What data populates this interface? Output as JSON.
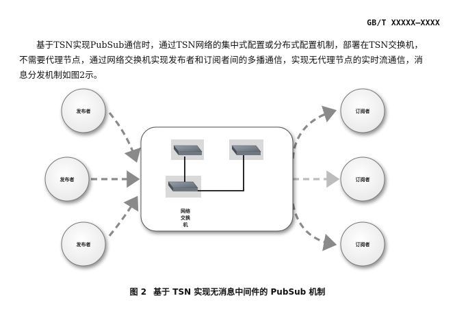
{
  "header": {
    "standard_code": "GB/T XXXXX—XXXX"
  },
  "body": {
    "paragraph": "基于TSN实现PubSub通信时，通过TSN网络的集中式配置或分布式配置机制，部署在TSN交换机，不需要代理节点，通过网络交换机实现发布者和订阅者间的多播通信，实现无代理节点的实时流通信，消息分发机制如图2示。"
  },
  "figure": {
    "publishers": [
      "发布者",
      "发布者",
      "发布者"
    ],
    "subscribers": [
      "订阅者",
      "订阅者",
      "订阅者"
    ],
    "switch_label_lines": [
      "网络",
      "交换",
      "机"
    ],
    "number": "图 2",
    "caption": "基于 TSN 实现无消息中间件的 PubSub 机制"
  },
  "colors": {
    "arrow": "#8a8a8a",
    "arrow_light": "#bdbdbd",
    "node_fill": "#f4f4f4",
    "switch_bg": "#d9d9d9"
  }
}
